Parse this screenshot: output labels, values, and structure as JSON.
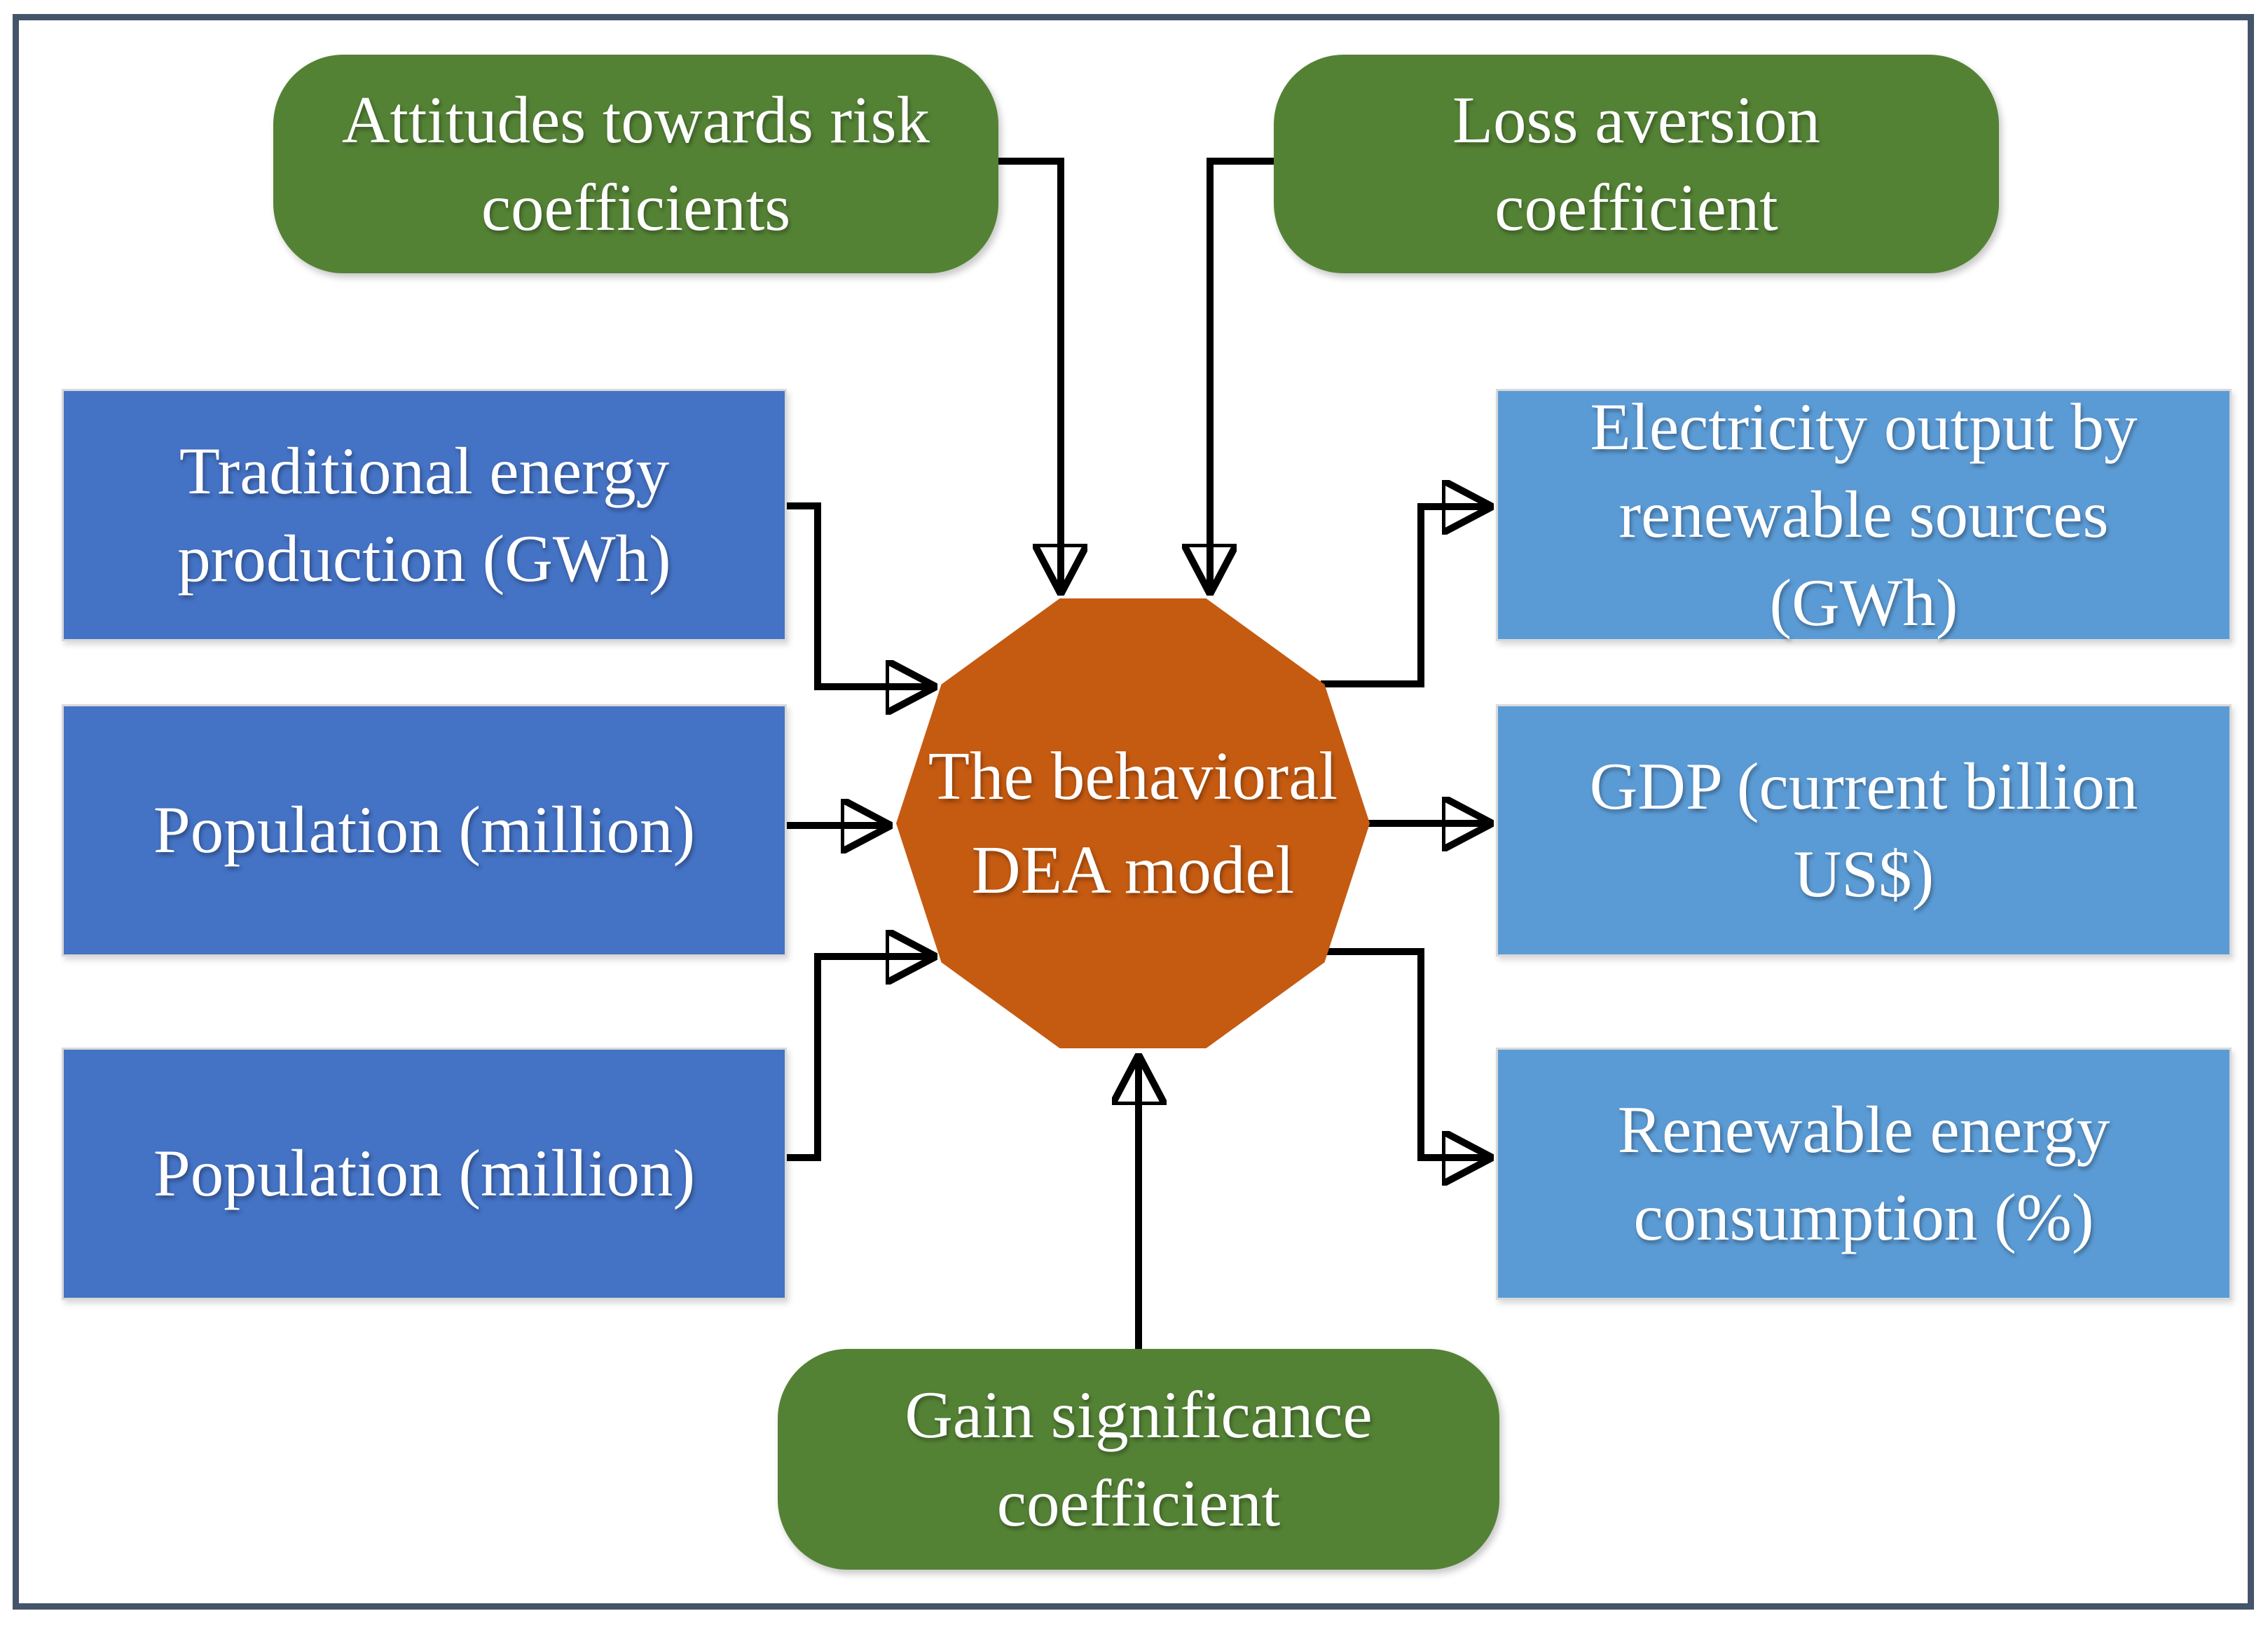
{
  "diagram": {
    "nodes": {
      "attitudes": {
        "label": [
          "Attitudes towards risk",
          "coefficients"
        ],
        "type": "coefficient"
      },
      "loss": {
        "label": [
          "Loss aversion",
          "coefficient"
        ],
        "type": "coefficient"
      },
      "gain": {
        "label": [
          "Gain significance",
          "coefficient"
        ],
        "type": "coefficient"
      },
      "input_traditional": {
        "label": [
          "Traditional energy",
          "production (GWh)"
        ],
        "type": "input"
      },
      "input_population_1": {
        "label": [
          "Population (million)"
        ],
        "type": "input"
      },
      "input_population_2": {
        "label": [
          "Population (million)"
        ],
        "type": "input"
      },
      "model": {
        "label": [
          "The behavioral",
          "DEA model"
        ],
        "type": "model"
      },
      "output_electricity": {
        "label": [
          "Electricity output by",
          "renewable sources",
          "(GWh)"
        ],
        "type": "output"
      },
      "output_gdp": {
        "label": [
          "GDP (current billion",
          "US$)"
        ],
        "type": "output"
      },
      "output_renewable": {
        "label": [
          "Renewable energy",
          "consumption (%)"
        ],
        "type": "output"
      }
    },
    "edges": [
      {
        "from": "attitudes",
        "to": "model"
      },
      {
        "from": "loss",
        "to": "model"
      },
      {
        "from": "gain",
        "to": "model"
      },
      {
        "from": "input_traditional",
        "to": "model"
      },
      {
        "from": "input_population_1",
        "to": "model"
      },
      {
        "from": "input_population_2",
        "to": "model"
      },
      {
        "from": "model",
        "to": "output_electricity"
      },
      {
        "from": "model",
        "to": "output_gdp"
      },
      {
        "from": "model",
        "to": "output_renewable"
      }
    ],
    "colors": {
      "coefficient_green": "#548235",
      "input_blue": "#4472C4",
      "output_blue": "#5B9BD5",
      "model_orange": "#C55A11",
      "frame_slate": "#44546A",
      "arrow_black": "#000000",
      "text_white": "#ffffff"
    }
  }
}
